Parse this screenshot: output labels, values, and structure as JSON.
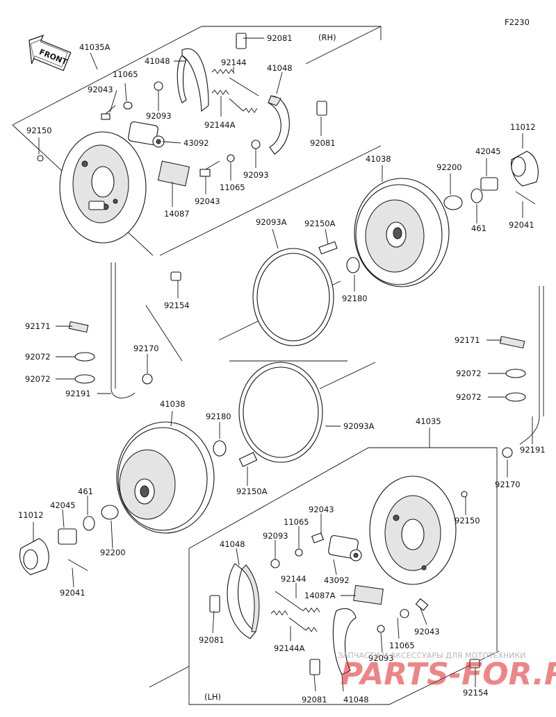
{
  "figure_code": "F2230",
  "front_label": "FRONT",
  "rh_label": "(RH)",
  "lh_label": "(LH)",
  "watermark": {
    "line1": "ЗАПЧАСТИ И АКСЕССУАРЫ ДЛЯ МОТОТЕХНИКИ",
    "line2": "PARTS-FOR.RU"
  },
  "labels": {
    "p41035A": "41035A",
    "p92081_rh_top": "92081",
    "p41048_rh_top": "41048",
    "p92144_rh": "92144",
    "p41048_rh_right": "41048",
    "p11065_rh_left": "11065",
    "p92043_rh_left": "92043",
    "p92093_rh_left": "92093",
    "p92144A_rh": "92144A",
    "p92150_rh": "92150",
    "p43092_rh": "43092",
    "p92081_rh_right": "92081",
    "p92093_rh_right": "92093",
    "p11065_rh_right": "11065",
    "p92043_rh_right": "92043",
    "p14087_rh": "14087",
    "p11012_rh": "11012",
    "p42045_rh": "42045",
    "p41038_rh": "41038",
    "p92200_rh": "92200",
    "p461_rh": "461",
    "p92041_rh": "92041",
    "p92093A_top": "92093A",
    "p92150A_rh": "92150A",
    "p92180_rh": "92180",
    "p92154_rh": "92154",
    "p92171_left": "92171",
    "p92072_left_a": "92072",
    "p92072_left_b": "92072",
    "p92170_left": "92170",
    "p92191_left": "92191",
    "p92171_right": "92171",
    "p92072_right_a": "92072",
    "p92072_right_b": "92072",
    "p92191_right": "92191",
    "p92170_right": "92170",
    "p41038_lh": "41038",
    "p92180_lh": "92180",
    "p92093A_bottom": "92093A",
    "p41035": "41035",
    "p92150A_lh": "92150A",
    "p461_lh": "461",
    "p42045_lh": "42045",
    "p11012_lh": "11012",
    "p92200_lh": "92200",
    "p92041_lh": "92041",
    "p92150_lh": "92150",
    "p92043_lh_top": "92043",
    "p11065_lh_top": "11065",
    "p92093_lh_top": "92093",
    "p41048_lh_left": "41048",
    "p43092_lh": "43092",
    "p92144_lh": "92144",
    "p14087A_lh": "14087A",
    "p92043_lh_right": "92043",
    "p11065_lh_right": "11065",
    "p92144A_lh": "92144A",
    "p92081_lh_left": "92081",
    "p92093_lh_bottom": "92093",
    "p92081_lh_bottom": "92081",
    "p41048_lh_bottom": "41048",
    "p92154_lh": "92154"
  }
}
